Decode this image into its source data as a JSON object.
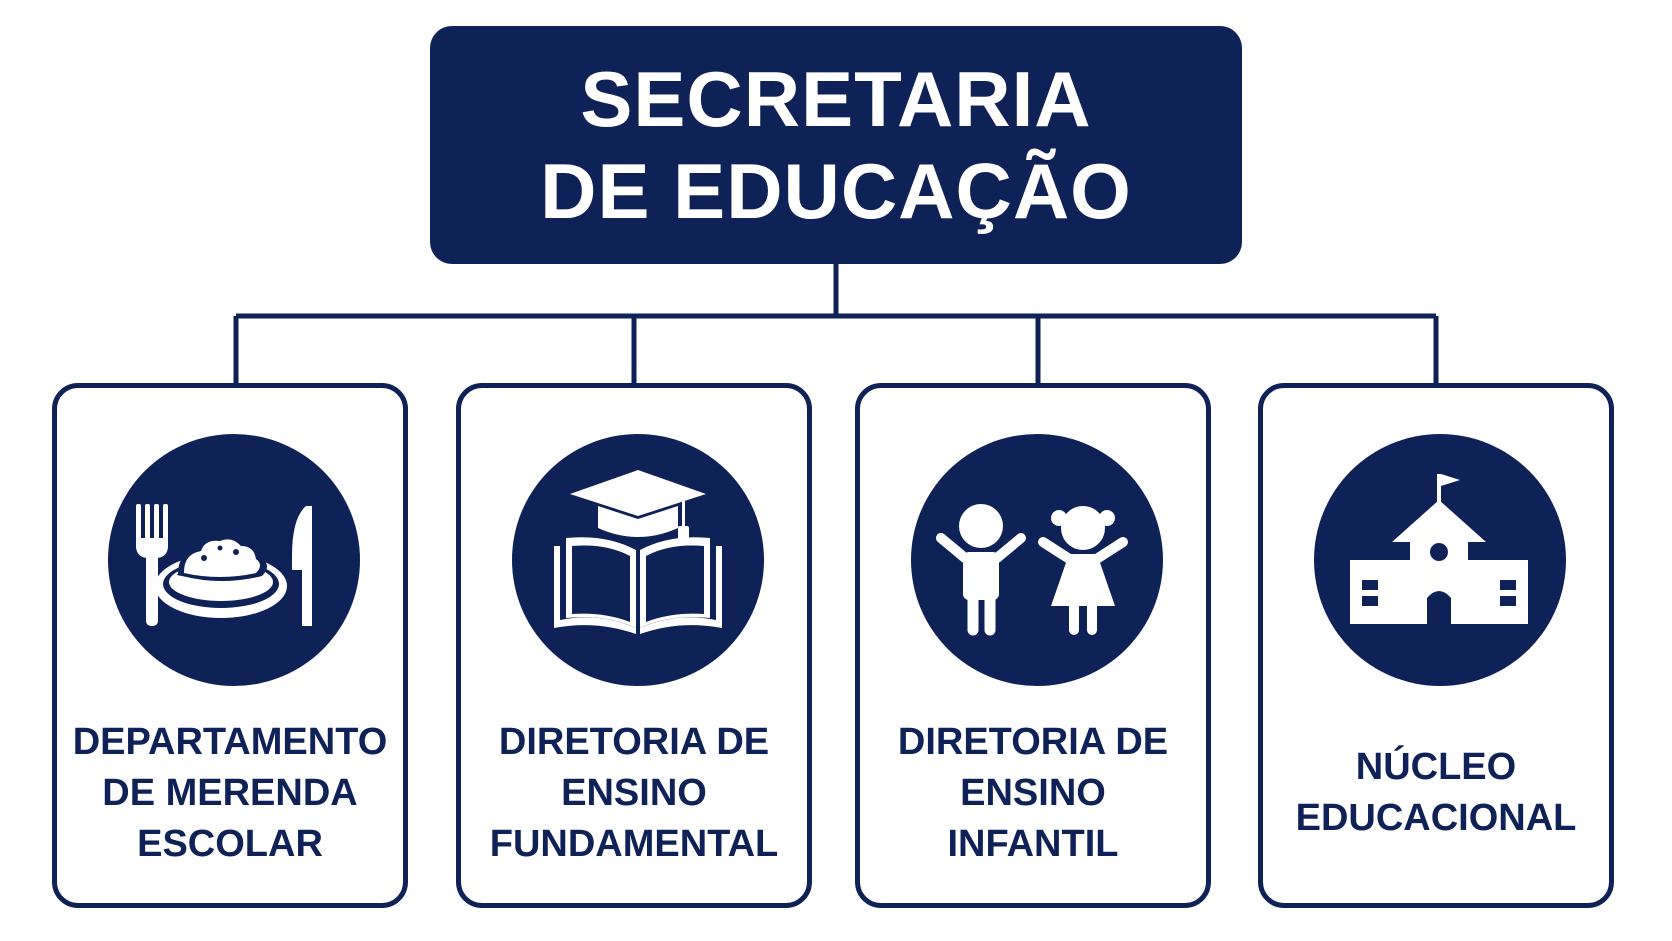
{
  "colors": {
    "navy": "#0f2257",
    "white": "#ffffff"
  },
  "root": {
    "title_line1": "SECRETARIA",
    "title_line2": "DE EDUCAÇÃO"
  },
  "units": [
    {
      "icon": "meal-plate-icon",
      "line1": "DEPARTAMENTO",
      "line2": "DE MERENDA",
      "line3": "ESCOLAR"
    },
    {
      "icon": "graduation-book-icon",
      "line1": "DIRETORIA DE",
      "line2": "ENSINO",
      "line3": "FUNDAMENTAL"
    },
    {
      "icon": "children-icon",
      "line1": "DIRETORIA DE",
      "line2": "ENSINO",
      "line3": "INFANTIL"
    },
    {
      "icon": "school-building-icon",
      "line1": "NÚCLEO",
      "line2": "EDUCACIONAL"
    }
  ]
}
